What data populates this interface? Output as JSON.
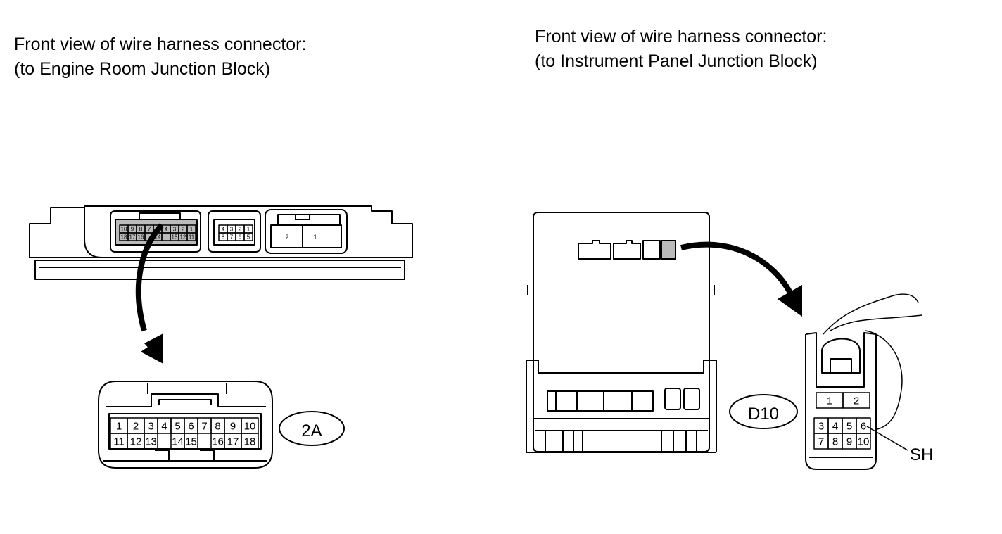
{
  "left": {
    "caption_line1": "Front view of wire harness connector:",
    "caption_line2": "(to Engine Room Junction Block)",
    "connector_code": "2A",
    "small_labels_top": [
      "10",
      "9",
      "8",
      "7",
      "6",
      "4",
      "3",
      "2",
      "1"
    ],
    "small_labels_bottom": [
      "18",
      "17",
      "16",
      "",
      "14",
      "",
      "15",
      "12",
      "11"
    ],
    "mid_labels_top": [
      "4",
      "3",
      "2",
      "1"
    ],
    "mid_labels_bottom": [
      "8",
      "7",
      "6",
      "5"
    ],
    "right_labels": [
      "2",
      "1"
    ],
    "pins_row1": [
      "1",
      "2",
      "3",
      "4",
      "5",
      "6",
      "7",
      "8",
      "9",
      "10"
    ],
    "pins_row2": [
      "11",
      "12",
      "13",
      "14",
      "15",
      "16",
      "17",
      "18"
    ]
  },
  "right": {
    "caption_line1": "Front view of wire harness connector:",
    "caption_line2": "(to Instrument Panel Junction Block)",
    "connector_code": "D10",
    "pins_top": [
      "1",
      "2"
    ],
    "pins_row1": [
      "3",
      "4",
      "5",
      "6"
    ],
    "pins_row2": [
      "7",
      "8",
      "9",
      "10"
    ],
    "callout": "SH"
  },
  "colors": {
    "line": "#000000",
    "shade": "#bbbbbb",
    "background": "#ffffff"
  }
}
